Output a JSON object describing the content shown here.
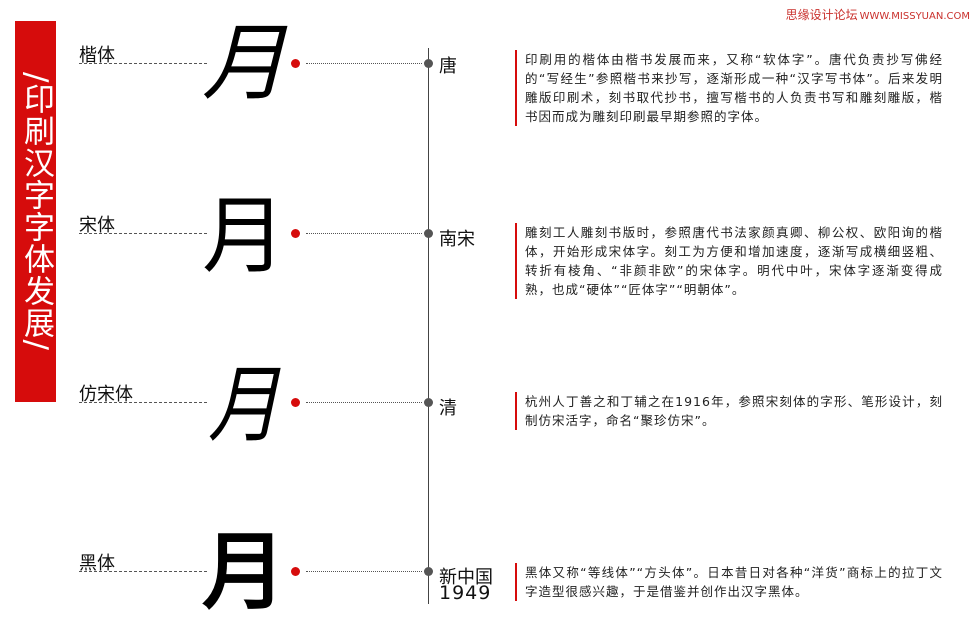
{
  "watermark": {
    "text": "思缘设计论坛",
    "site": "WWW.MISSYUAN.COM"
  },
  "title": "/印刷汉字字体发展/",
  "glyph_char": "月",
  "rows": [
    {
      "style": "楷体",
      "era": "唐",
      "description": "印刷用的楷体由楷书发展而来，又称“软体字”。唐代负责抄写佛经的“写经生”参照楷书来抄写，逐渐形成一种“汉字写书体”。后来发明雕版印刷术，刻书取代抄书，擅写楷书的人负责书写和雕刻雕版，楷书因而成为雕刻印刷最早期参照的字体。"
    },
    {
      "style": "宋体",
      "era": "南宋",
      "description": "雕刻工人雕刻书版时，参照唐代书法家颜真卿、柳公权、欧阳询的楷体，开始形成宋体字。刻工为方便和增加速度，逐渐写成横细竖粗、转折有棱角、“非颜非欧”的宋体字。明代中叶，宋体字逐渐变得成熟，也成“硬体”“匠体字”“明朝体”。"
    },
    {
      "style": "仿宋体",
      "era": "清",
      "description": "杭州人丁善之和丁辅之在1916年，参照宋刻体的字形、笔形设计，刻制仿宋活字，命名“聚珍仿宋”。"
    },
    {
      "style": "黑体",
      "era": "新中国",
      "era_year": "1949",
      "description": "黑体又称“等线体”“方头体”。日本昔日对各种“洋货”商标上的拉丁文字造型很感兴趣，于是借鉴并创作出汉字黑体。"
    }
  ],
  "colors": {
    "accent": "#d60c0c",
    "line": "#555555"
  }
}
